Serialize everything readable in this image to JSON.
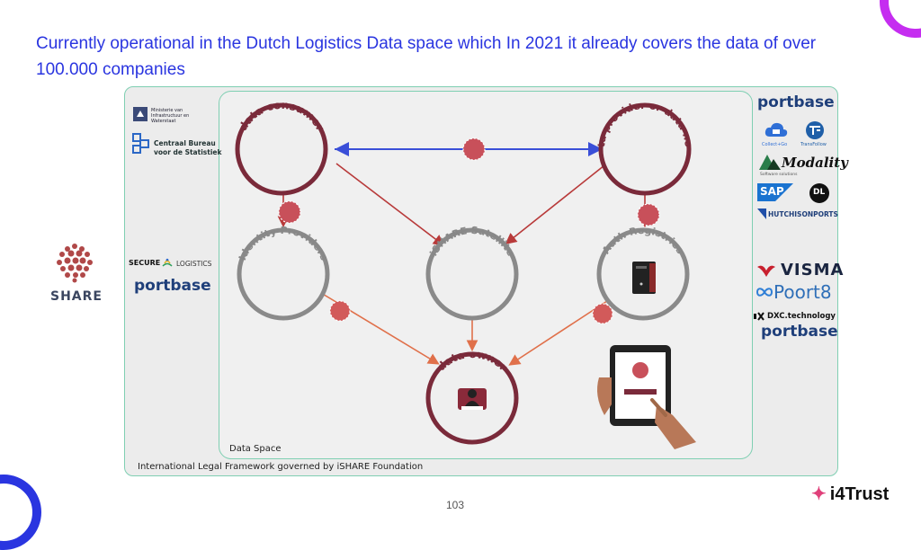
{
  "slide": {
    "title": "Currently operational in the Dutch Logistics Data space which In 2021 it already covers the data of over 100.000 companies",
    "page_number": "103",
    "brand": "i4Trust"
  },
  "diagram": {
    "outer_label": "International Legal Framework governed by iSHARE Foundation",
    "inner_label": "Data Space",
    "nodes": {
      "data_consumer": "data consumer",
      "data_provider": "data provider or data node",
      "identity_providers": "Identity Providers",
      "ishare_satellite": "iSHARE Satellite",
      "auth_registries": "Auth Registries",
      "data_owner": "data owner"
    }
  },
  "left_logos": {
    "ministry": "Ministerie van Infrastructuur en Waterstaat",
    "cbs_line1": "Centraal Bureau",
    "cbs_line2": "voor de Statistiek",
    "secure": "SECURE",
    "logistics": "LOGISTICS",
    "portbase": "portbase",
    "share": "SHARE"
  },
  "right_logos": {
    "portbase_top": "portbase",
    "collect_go": "Collect+Go",
    "transfollow": "TransFollow",
    "modality": "Modality",
    "modality_sub": "Software solutions",
    "sap": "SAP",
    "dl": "DL",
    "hutchison": "HUTCHISONPORTS",
    "visma": "VISMA",
    "poort8": "Poort8",
    "dxc": "DXC.technology",
    "portbase_bottom": "portbase"
  },
  "colors": {
    "title_blue": "#2a35e0",
    "node_maroon": "#7a2a3a",
    "node_grey": "#8a8a8a",
    "arrow_blue": "#3a4fd8",
    "arrow_red": "#b83a3a",
    "arrow_orange": "#e0704a",
    "frame_green": "#7fcfb2",
    "accent_purple": "#c52df0"
  }
}
